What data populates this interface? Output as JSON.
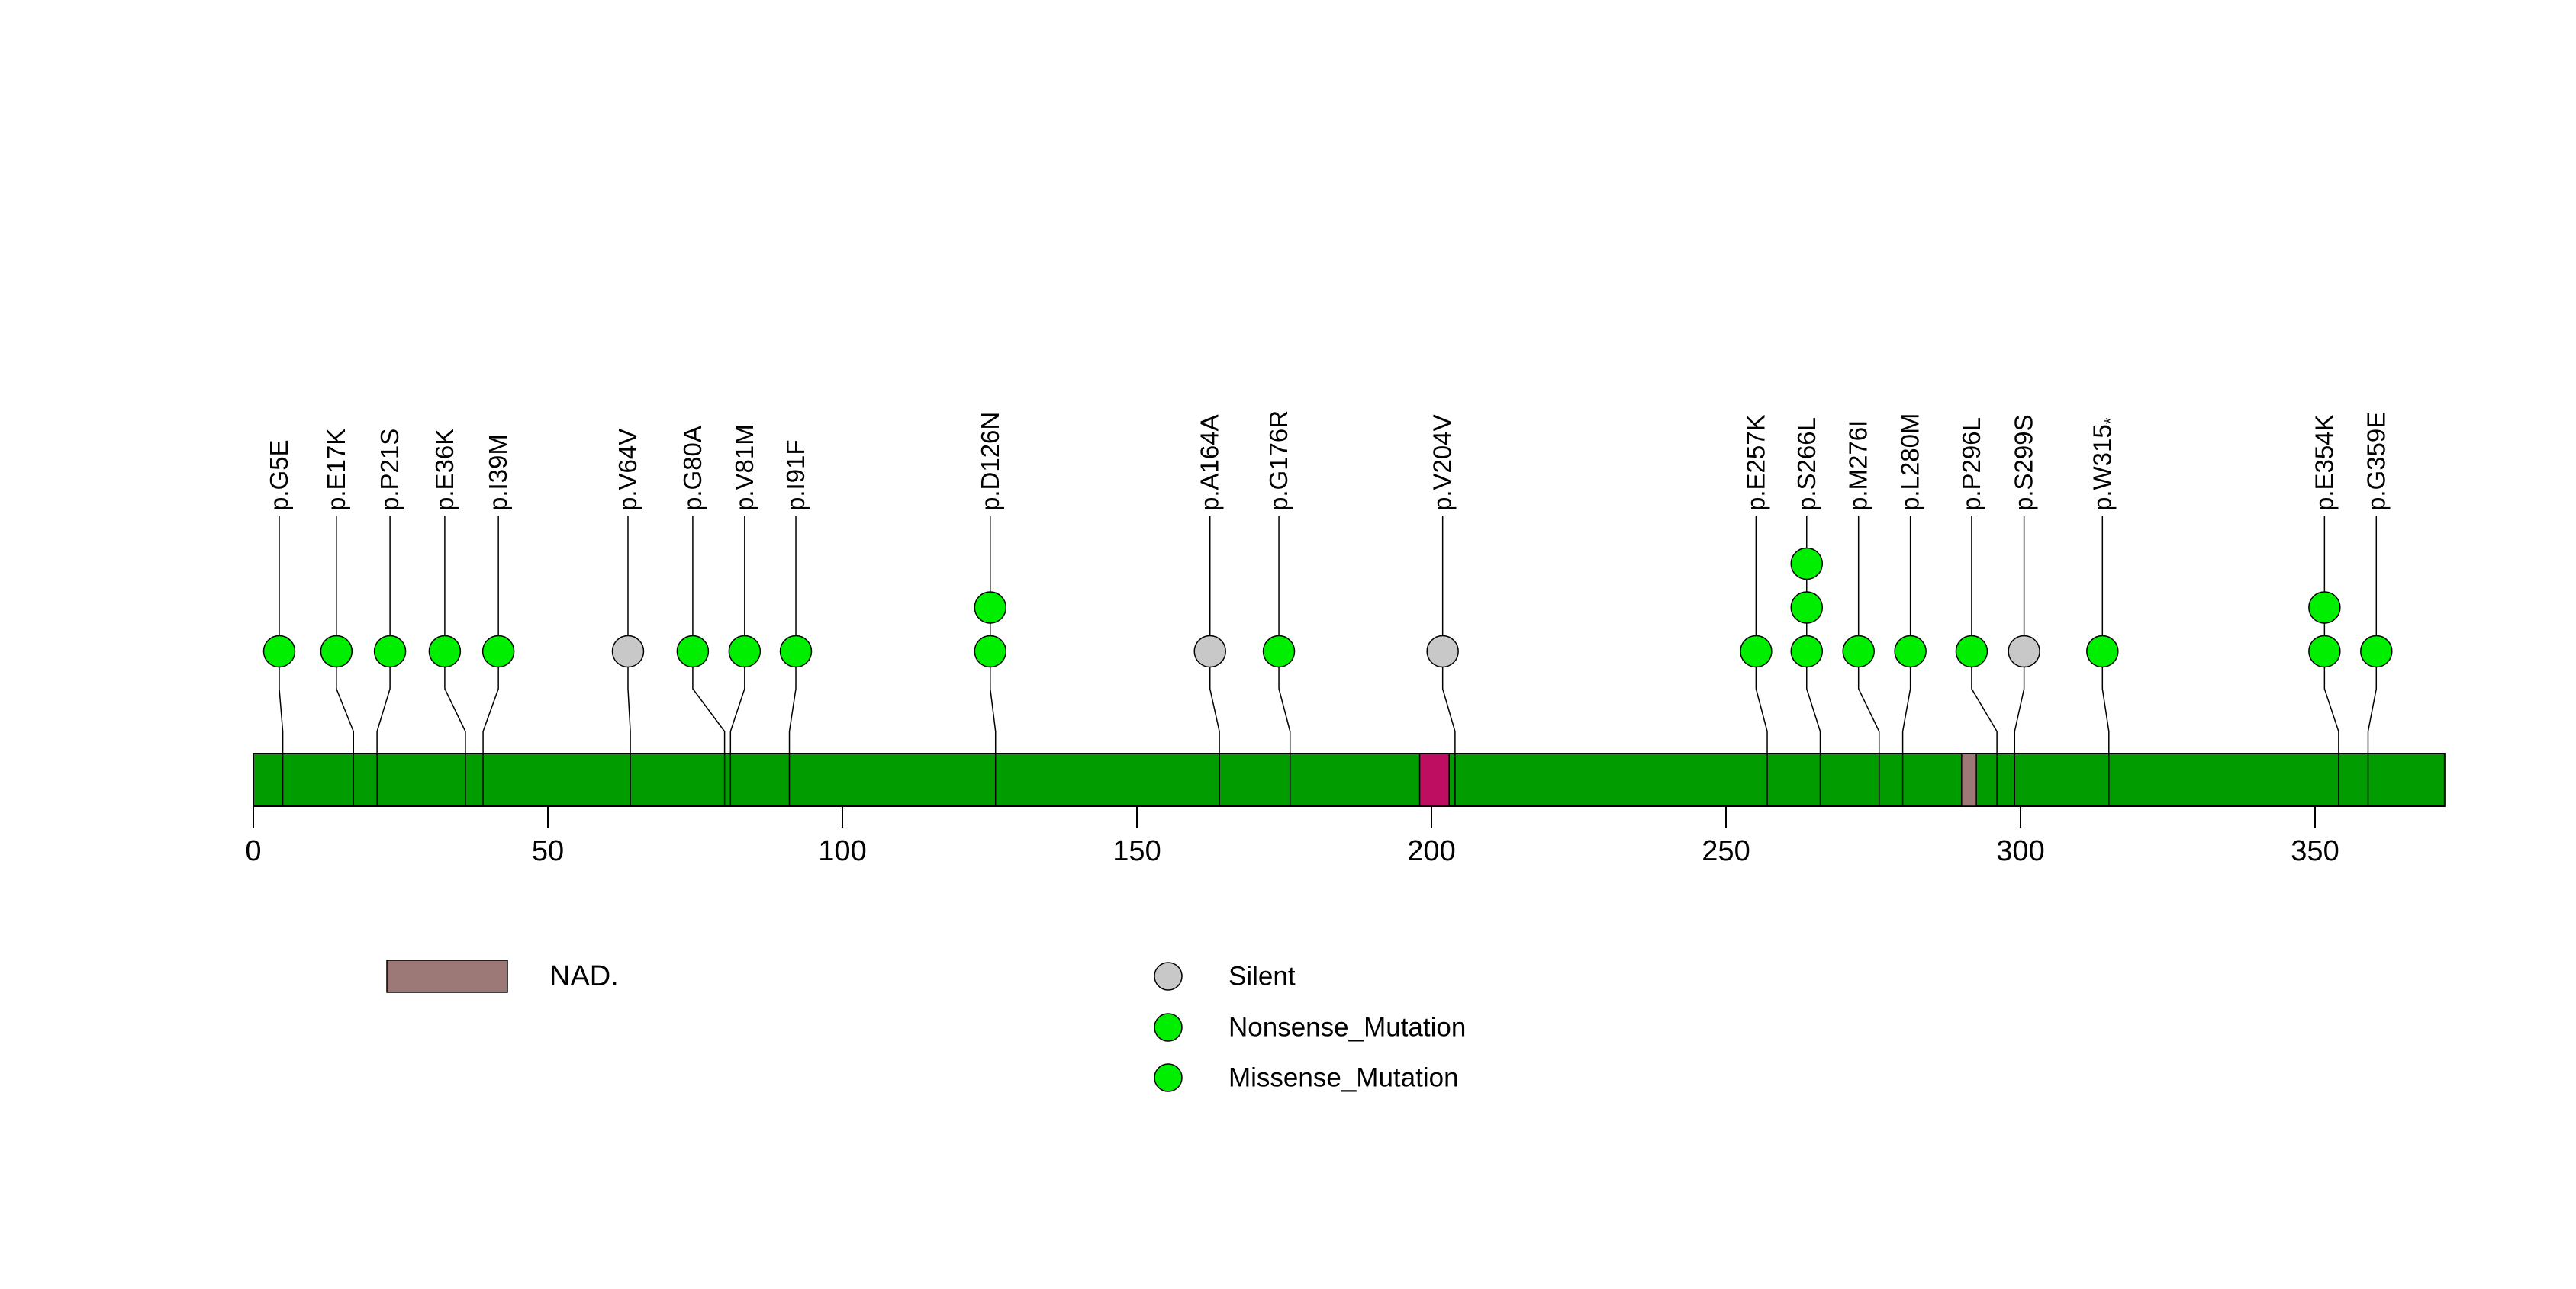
{
  "page": {
    "background": "#ffffff"
  },
  "chart_data": {
    "type": "scatter",
    "subtype": "lollipop_mutation_plot",
    "title": "",
    "xlabel": "",
    "ylabel": "",
    "x_axis": {
      "min": 0,
      "max": 372,
      "ticks": [
        0,
        50,
        100,
        150,
        200,
        250,
        300,
        350
      ],
      "grid": false
    },
    "gene_bar": {
      "start": 0,
      "end": 372,
      "color": "#009C00",
      "border_color": "#000000"
    },
    "domains": [
      {
        "name": "",
        "color": "#BE0E62",
        "start": 198,
        "end": 203
      },
      {
        "name": "NAD.",
        "color": "#9C7876",
        "start": 290,
        "end": 292.5
      }
    ],
    "mutation_colors": {
      "Silent": "#C8C8C8",
      "Nonsense_Mutation": "#00EE00",
      "Missense_Mutation": "#00EE00"
    },
    "mutations": [
      {
        "label": "p.G5E",
        "suffix": "",
        "pos": 5,
        "slot": 4.4,
        "count": 1,
        "type": "Missense_Mutation"
      },
      {
        "label": "p.E17K",
        "suffix": "",
        "pos": 17,
        "slot": 14.1,
        "count": 1,
        "type": "Missense_Mutation"
      },
      {
        "label": "p.P21S",
        "suffix": "",
        "pos": 21,
        "slot": 23.2,
        "count": 1,
        "type": "Missense_Mutation"
      },
      {
        "label": "p.E36K",
        "suffix": "",
        "pos": 36,
        "slot": 32.5,
        "count": 1,
        "type": "Missense_Mutation"
      },
      {
        "label": "p.I39M",
        "suffix": "",
        "pos": 39,
        "slot": 41.6,
        "count": 1,
        "type": "Missense_Mutation"
      },
      {
        "label": "p.V64V",
        "suffix": "",
        "pos": 64,
        "slot": 63.6,
        "count": 1,
        "type": "Silent"
      },
      {
        "label": "p.G80A",
        "suffix": "",
        "pos": 80,
        "slot": 74.6,
        "count": 1,
        "type": "Missense_Mutation"
      },
      {
        "label": "p.V81M",
        "suffix": "",
        "pos": 81,
        "slot": 83.4,
        "count": 1,
        "type": "Missense_Mutation"
      },
      {
        "label": "p.I91F",
        "suffix": "",
        "pos": 91,
        "slot": 92.1,
        "count": 1,
        "type": "Missense_Mutation"
      },
      {
        "label": "p.D126N",
        "suffix": "",
        "pos": 126,
        "slot": 125.1,
        "count": 2,
        "type": "Missense_Mutation"
      },
      {
        "label": "p.A164A",
        "suffix": "",
        "pos": 164,
        "slot": 162.4,
        "count": 1,
        "type": "Silent"
      },
      {
        "label": "p.G176R",
        "suffix": "",
        "pos": 176,
        "slot": 174.1,
        "count": 1,
        "type": "Missense_Mutation"
      },
      {
        "label": "p.V204V",
        "suffix": "",
        "pos": 204,
        "slot": 201.9,
        "count": 1,
        "type": "Silent"
      },
      {
        "label": "p.E257K",
        "suffix": "",
        "pos": 257,
        "slot": 255.1,
        "count": 1,
        "type": "Missense_Mutation"
      },
      {
        "label": "p.S266L",
        "suffix": "",
        "pos": 266,
        "slot": 263.7,
        "count": 3,
        "type": "Missense_Mutation"
      },
      {
        "label": "p.M276I",
        "suffix": "",
        "pos": 276,
        "slot": 272.5,
        "count": 1,
        "type": "Missense_Mutation"
      },
      {
        "label": "p.L280M",
        "suffix": "",
        "pos": 280,
        "slot": 281.3,
        "count": 1,
        "type": "Missense_Mutation"
      },
      {
        "label": "p.P296L",
        "suffix": "",
        "pos": 296,
        "slot": 291.7,
        "count": 1,
        "type": "Missense_Mutation"
      },
      {
        "label": "p.S299S",
        "suffix": "",
        "pos": 299,
        "slot": 300.6,
        "count": 1,
        "type": "Silent"
      },
      {
        "label": "p.W315",
        "suffix": "*",
        "pos": 315,
        "slot": 313.9,
        "count": 1,
        "type": "Nonsense_Mutation"
      },
      {
        "label": "p.E354K",
        "suffix": "",
        "pos": 354,
        "slot": 351.6,
        "count": 2,
        "type": "Missense_Mutation"
      },
      {
        "label": "p.G359E",
        "suffix": "",
        "pos": 359,
        "slot": 360.4,
        "count": 1,
        "type": "Missense_Mutation"
      }
    ],
    "legend": {
      "domain_items": [
        {
          "label": "NAD.",
          "color": "#9C7876"
        }
      ],
      "mutation_type_items": [
        {
          "label": "Silent",
          "color": "#C8C8C8"
        },
        {
          "label": "Nonsense_Mutation",
          "color": "#00EE00"
        },
        {
          "label": "Missense_Mutation",
          "color": "#00EE00"
        }
      ],
      "legend_position": "bottom"
    }
  }
}
